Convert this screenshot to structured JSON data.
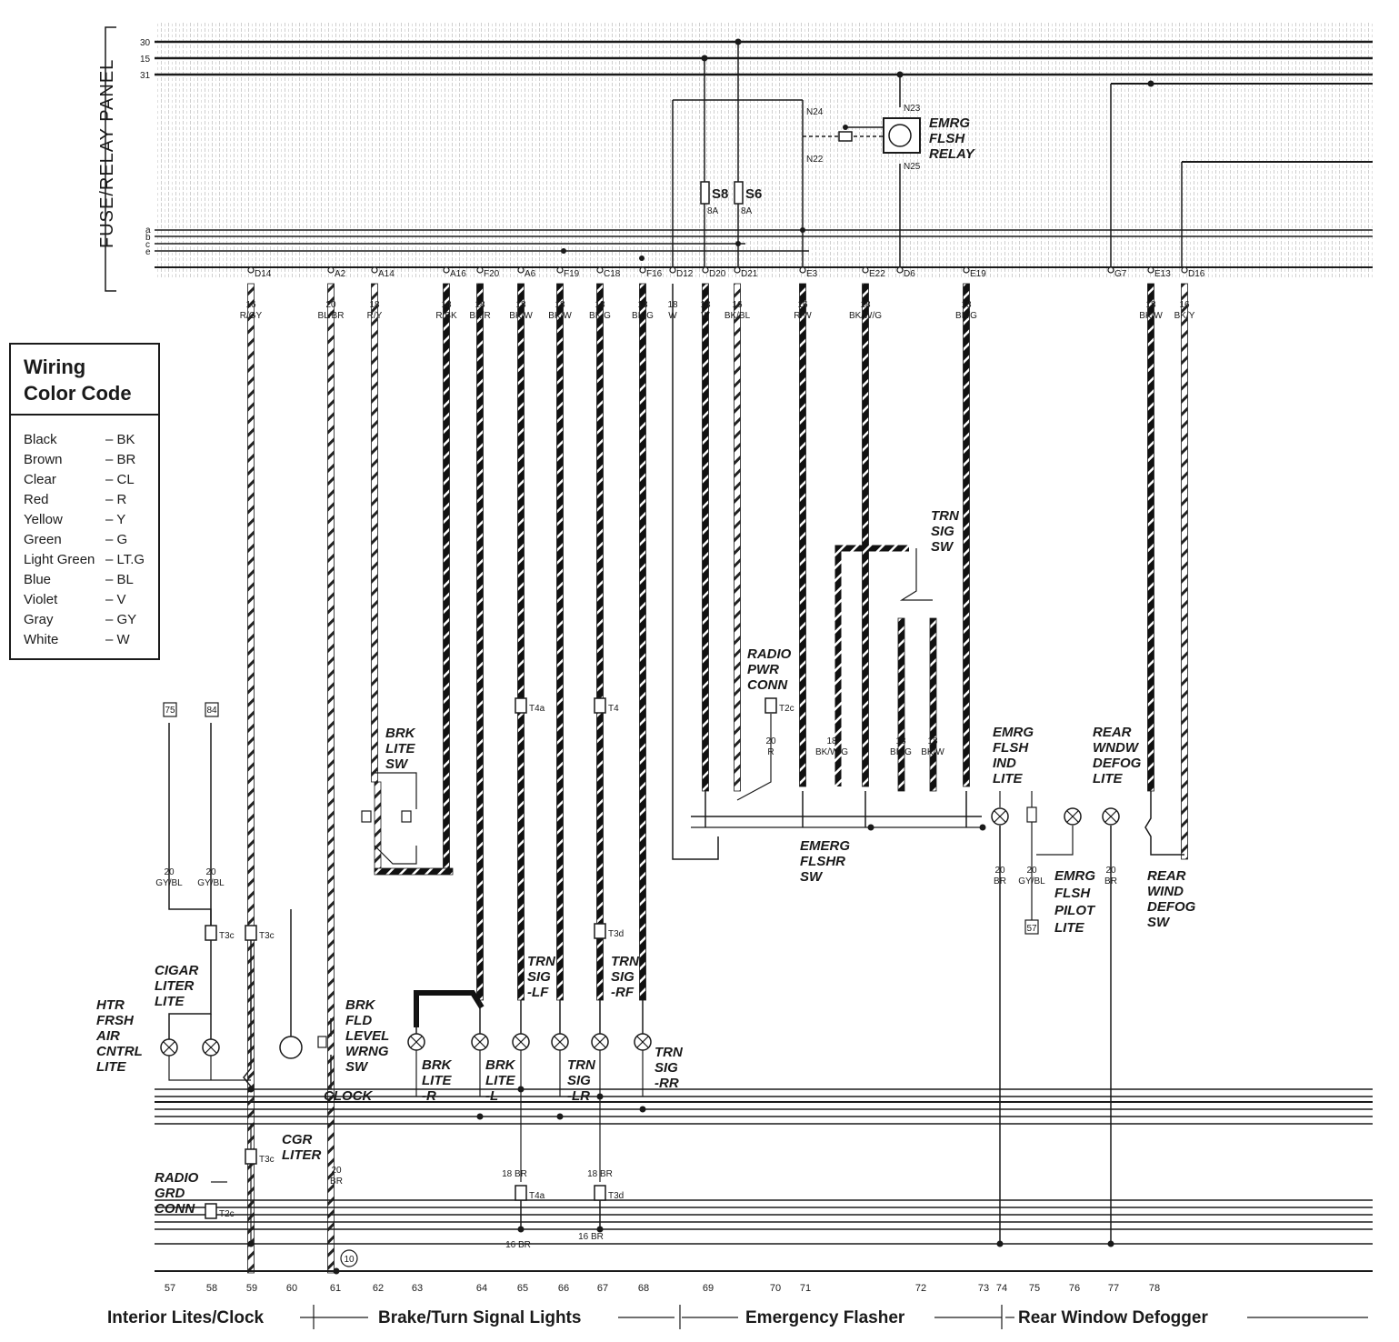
{
  "panel_label": "FUSE/RELAY PANEL",
  "legend": {
    "title_line1": "Wiring",
    "title_line2": "Color Code",
    "entries": [
      {
        "name": "Black",
        "code": "– BK"
      },
      {
        "name": "Brown",
        "code": "– BR"
      },
      {
        "name": "Clear",
        "code": "– CL"
      },
      {
        "name": "Red",
        "code": "– R"
      },
      {
        "name": "Yellow",
        "code": "– Y"
      },
      {
        "name": "Green",
        "code": "– G"
      },
      {
        "name": "Light Green",
        "code": "– LT.G"
      },
      {
        "name": "Blue",
        "code": "– BL"
      },
      {
        "name": "Violet",
        "code": "– V"
      },
      {
        "name": "Gray",
        "code": "– GY"
      },
      {
        "name": "White",
        "code": "– W"
      }
    ]
  },
  "bus_labels": [
    "30",
    "15",
    "31",
    "a",
    "b",
    "c",
    "e"
  ],
  "terminals": [
    "D14",
    "A2",
    "A14",
    "A16",
    "F20",
    "A6",
    "F19",
    "C18",
    "F16",
    "D12",
    "D20",
    "D21",
    "E3",
    "E22",
    "D6",
    "E19",
    "G7",
    "E13",
    "D16"
  ],
  "wires": [
    {
      "gauge": "16",
      "color": "R/GY"
    },
    {
      "gauge": "20",
      "color": "BL/BR"
    },
    {
      "gauge": "18",
      "color": "R/Y"
    },
    {
      "gauge": "18",
      "color": "R/BK"
    },
    {
      "gauge": "18",
      "color": "BK/R"
    },
    {
      "gauge": "18",
      "color": "BK/W"
    },
    {
      "gauge": "18",
      "color": "BK/W"
    },
    {
      "gauge": "18",
      "color": "BK/G"
    },
    {
      "gauge": "18",
      "color": "BK/G"
    },
    {
      "gauge": "18",
      "color": "W"
    },
    {
      "gauge": "16",
      "color": "BK/BL"
    },
    {
      "gauge": "16",
      "color": "R/W"
    },
    {
      "gauge": "18",
      "color": "BK/W/G"
    },
    {
      "gauge": "18",
      "color": "BK/G"
    },
    {
      "gauge": "18",
      "color": "BK/W"
    },
    {
      "gauge": "16",
      "color": "BK/Y"
    },
    {
      "gauge": "16",
      "color": "W/G"
    }
  ],
  "relay": {
    "name": "EMRG FLSH RELAY",
    "pins": [
      "N24",
      "N22",
      "N23",
      "N25"
    ]
  },
  "fuses": [
    {
      "id": "S8",
      "rating": "8A"
    },
    {
      "id": "S6",
      "rating": "8A"
    }
  ],
  "components": {
    "radio_pwr_conn": "RADIO PWR CONN",
    "trn_sig_sw": "TRN SIG SW",
    "brk_lite_sw": "BRK LITE SW",
    "emrg_flshr_sw": "EMERG FLSHR SW",
    "emrg_flsh_ind_lite": "EMRG FLSH IND LITE",
    "emrg_flsh_pilot_lite": "EMRG FLSH PILOT LITE",
    "rear_wndw_defog_lite": "REAR WNDW DEFOG LITE",
    "rear_wind_defog_sw": "REAR WIND DEFOG SW",
    "cigar_liter_lite": "CIGAR LITER LITE",
    "htr_frsh_air_cntrl_lite": "HTR FRSH AIR CNTRL LITE",
    "brk_fld_level_wrng_sw": "BRK FLD LEVEL WRNG SW",
    "clock": "CLOCK",
    "cgr_liter": "CGR LITER",
    "radio_grd_conn": "RADIO GRD CONN",
    "brk_lite_r": "BRK LITE -R",
    "brk_lite_l": "BRK LITE -L",
    "trn_sig_lf": "TRN SIG -LF",
    "trn_sig_lr": "TRN SIG -LR",
    "trn_sig_rf": "TRN SIG -RF",
    "trn_sig_rr": "TRN SIG -RR"
  },
  "connectors": [
    "T4a",
    "T4",
    "T2c",
    "T3c",
    "T3c",
    "T3d",
    "T3c",
    "T4a",
    "T3d",
    "T2c"
  ],
  "refs": [
    "75",
    "84",
    "57",
    "10"
  ],
  "columns": [
    "57",
    "58",
    "59",
    "60",
    "61",
    "62",
    "63",
    "64",
    "65",
    "66",
    "67",
    "68",
    "69",
    "70",
    "71",
    "72",
    "73",
    "74",
    "75",
    "76",
    "77",
    "78"
  ],
  "sections": [
    "Interior Lites/Clock",
    "Brake/Turn Signal Lights",
    "Emergency Flasher",
    "Rear Window Defogger"
  ]
}
